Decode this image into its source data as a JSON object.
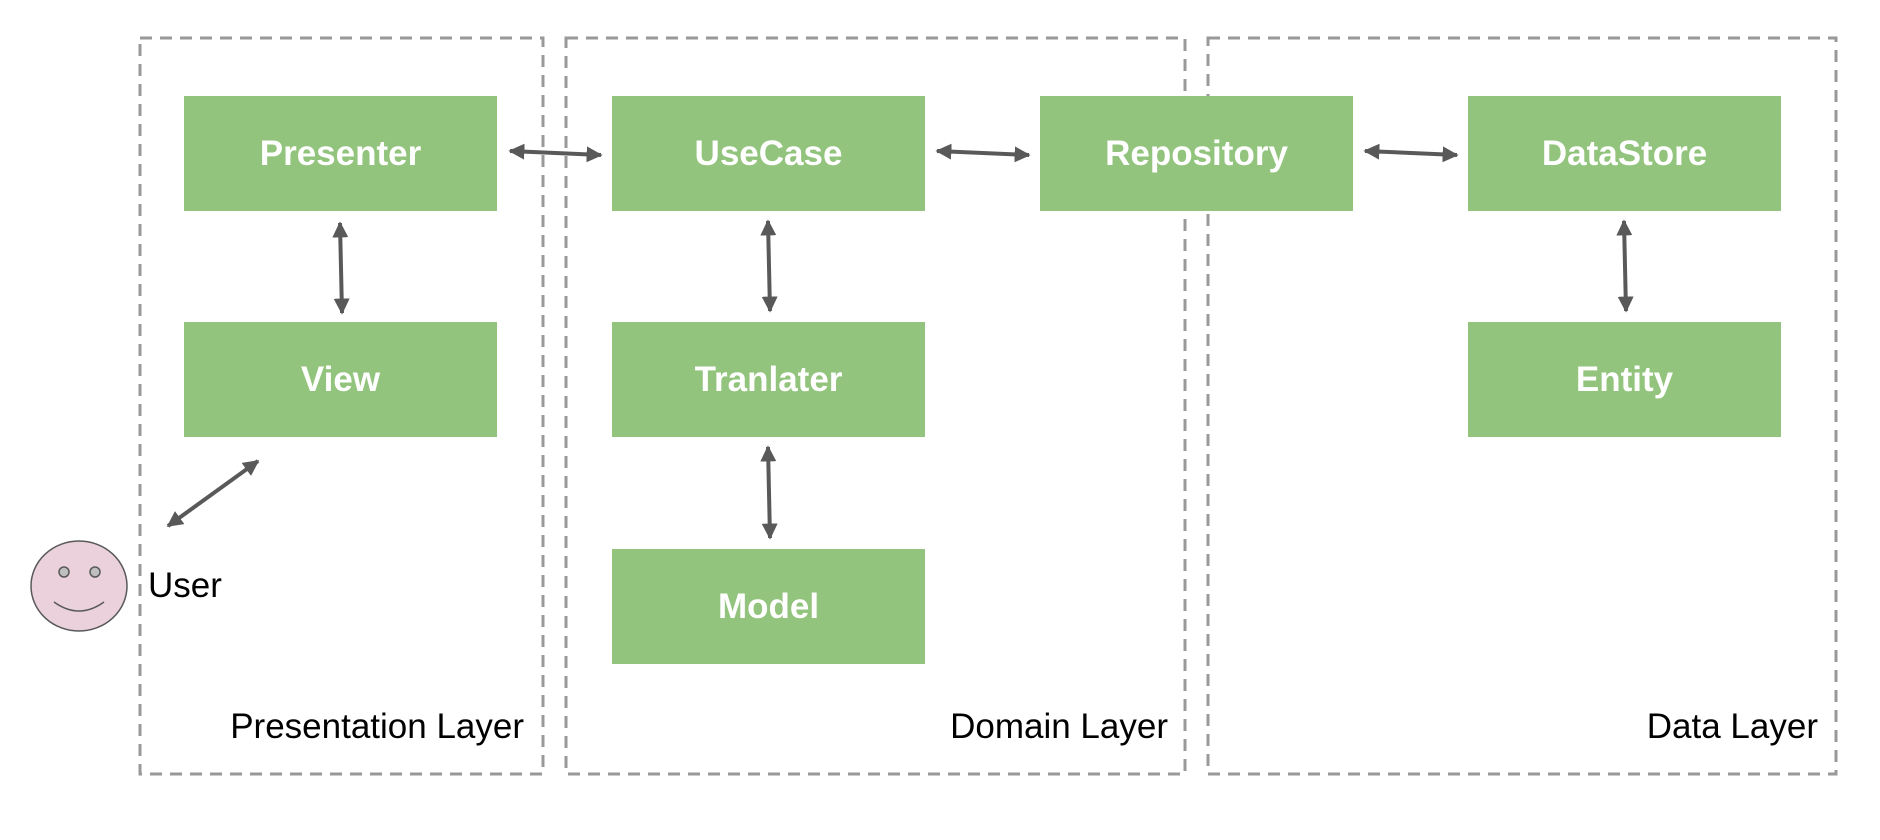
{
  "layers": [
    {
      "id": "presentation",
      "label": "Presentation Layer"
    },
    {
      "id": "domain",
      "label": "Domain Layer"
    },
    {
      "id": "data",
      "label": "Data Layer"
    }
  ],
  "nodes": {
    "presenter": "Presenter",
    "view": "View",
    "usecase": "UseCase",
    "tranlater": "Tranlater",
    "model": "Model",
    "repository": "Repository",
    "datastore": "DataStore",
    "entity": "Entity"
  },
  "actor": {
    "label": "User",
    "icon": "smiley-face-icon"
  },
  "connections": [
    {
      "from": "Presenter",
      "to": "UseCase",
      "type": "bidirectional"
    },
    {
      "from": "Presenter",
      "to": "View",
      "type": "bidirectional"
    },
    {
      "from": "User",
      "to": "View",
      "type": "bidirectional"
    },
    {
      "from": "UseCase",
      "to": "Repository",
      "type": "bidirectional"
    },
    {
      "from": "UseCase",
      "to": "Tranlater",
      "type": "bidirectional"
    },
    {
      "from": "Tranlater",
      "to": "Model",
      "type": "bidirectional"
    },
    {
      "from": "Repository",
      "to": "DataStore",
      "type": "bidirectional"
    },
    {
      "from": "DataStore",
      "to": "Entity",
      "type": "bidirectional"
    }
  ],
  "colors": {
    "node_fill": "#93c47d",
    "node_text": "#ffffff",
    "frame_stroke": "#999999",
    "arrow": "#595959",
    "user_face": "#ead1dc"
  }
}
